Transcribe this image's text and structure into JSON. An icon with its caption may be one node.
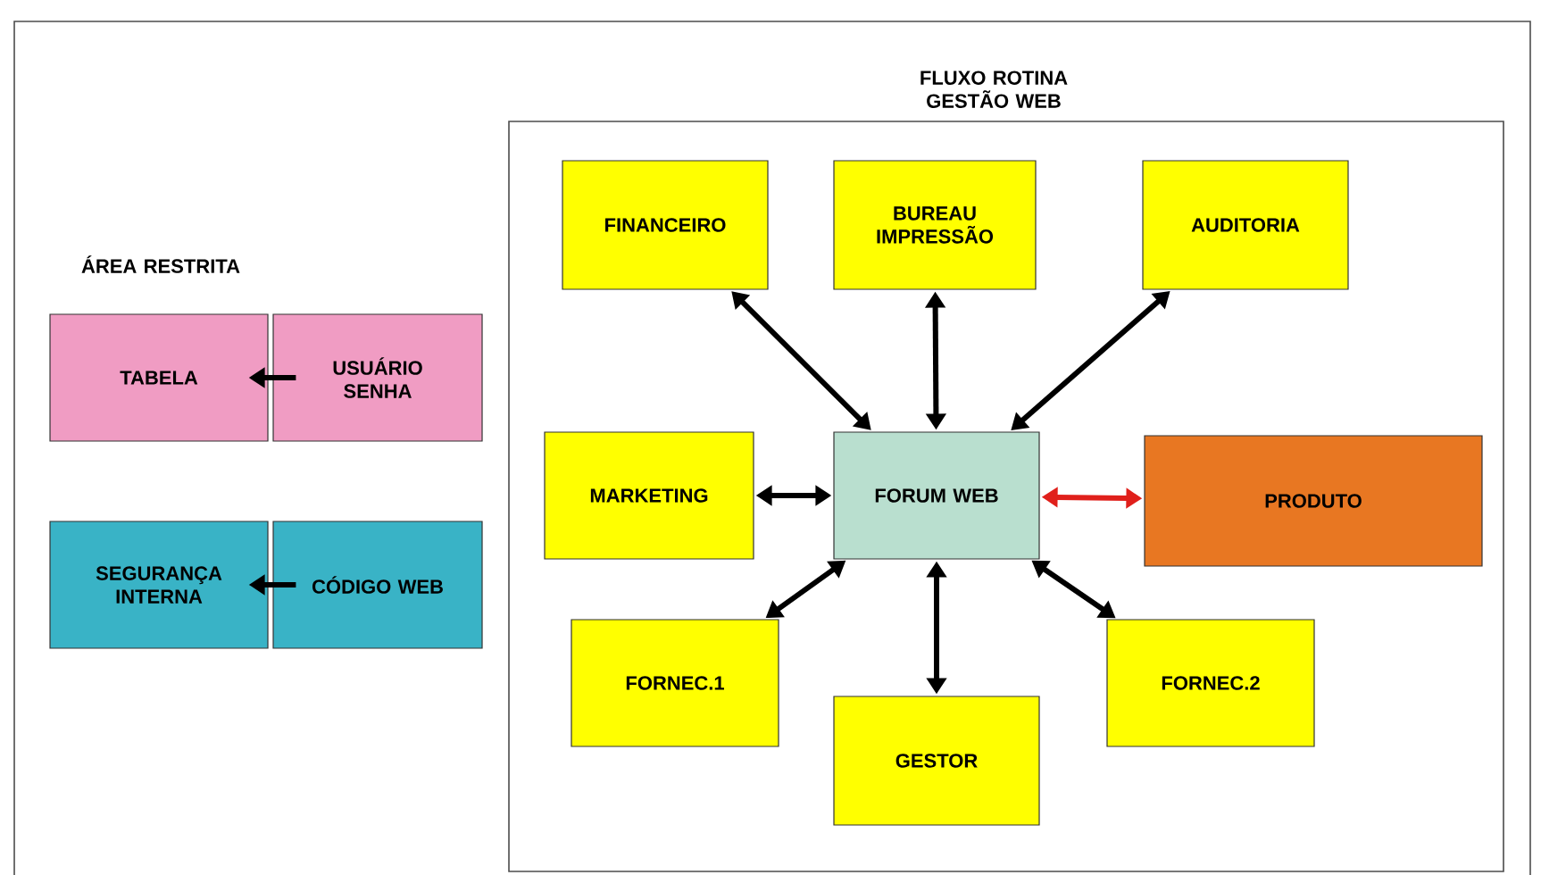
{
  "diagram": {
    "nodes": [
      {
        "text": [
          "FLUXO ROTINA GESTÃO WEB"
        ]
      },
      {
        "text": [
          "FINANCEIRO"
        ],
        "in": 0
      },
      {
        "text": [
          "BUREAU IMPRESSÃO"
        ],
        "in": 0
      },
      {
        "text": [
          "AUDITORIA"
        ],
        "in": 0
      },
      {
        "text": [
          "MARKETING"
        ],
        "in": 0
      },
      {
        "text": [
          "FORUM WEB"
        ],
        "in": 0
      },
      {
        "text": [
          "PRODUTO"
        ],
        "in": 0
      },
      {
        "text": [
          "FORNEC.1"
        ],
        "in": 0
      },
      {
        "text": [
          "GESTOR"
        ],
        "in": 0
      },
      {
        "text": [
          "FORNEC.2"
        ],
        "in": 0
      },
      {
        "text": [
          "TABELA"
        ]
      },
      {
        "text": [
          "USUÁRIO SENHA"
        ]
      },
      {
        "text": [
          "SEGURANÇA INTERNA"
        ]
      },
      {
        "text": [
          "CÓDIGO WEB"
        ]
      }
    ],
    "edges": [
      {
        "from": 5,
        "to": 1,
        "arrow": "both"
      },
      {
        "from": 5,
        "to": 2,
        "arrow": "both"
      },
      {
        "from": 5,
        "to": 3,
        "arrow": "both"
      },
      {
        "from": 5,
        "to": 4,
        "arrow": "both"
      },
      {
        "from": 5,
        "to": 6,
        "arrow": "both",
        "color": "#e0201b"
      },
      {
        "from": 5,
        "to": 7,
        "arrow": "both"
      },
      {
        "from": 5,
        "to": 8,
        "arrow": "both"
      },
      {
        "from": 5,
        "to": 9,
        "arrow": "both"
      },
      {
        "from": 11,
        "to": 10,
        "arrow": "to"
      },
      {
        "from": 13,
        "to": 12,
        "arrow": "to"
      }
    ],
    "labels": [
      "ÁREA RESTRITA"
    ]
  }
}
